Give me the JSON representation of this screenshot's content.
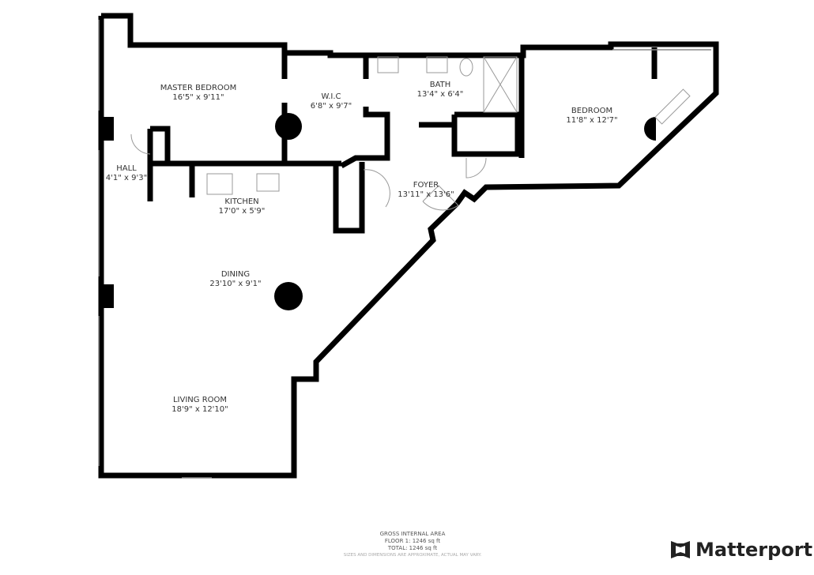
{
  "rooms": [
    {
      "name": "MASTER BEDROOM",
      "size": "16'5\" x 9'11\""
    },
    {
      "name": "W.I.C",
      "size": "6'8\" x 9'7\""
    },
    {
      "name": "BATH",
      "size": "13'4\" x 6'4\""
    },
    {
      "name": "BEDROOM",
      "size": "11'8\" x 12'7\""
    },
    {
      "name": "HALL",
      "size": "4'1\" x 9'3\""
    },
    {
      "name": "KITCHEN",
      "size": "17'0\" x 5'9\""
    },
    {
      "name": "FOYER",
      "size": "13'11\" x 13'6\""
    },
    {
      "name": "DINING",
      "size": "23'10\" x 9'1\""
    },
    {
      "name": "LIVING ROOM",
      "size": "18'9\" x 12'10\""
    }
  ],
  "footer": {
    "title": "GROSS INTERNAL AREA",
    "floor": "FLOOR 1: 1246 sq ft",
    "total": "TOTAL: 1246 sq ft",
    "disclaimer": "SIZES AND DIMENSIONS ARE APPROXIMATE, ACTUAL MAY VARY."
  },
  "brand": {
    "name": "Matterport",
    "icon": "matterport-logo-icon"
  },
  "colors": {
    "wall": "#000000",
    "background": "#ffffff"
  }
}
